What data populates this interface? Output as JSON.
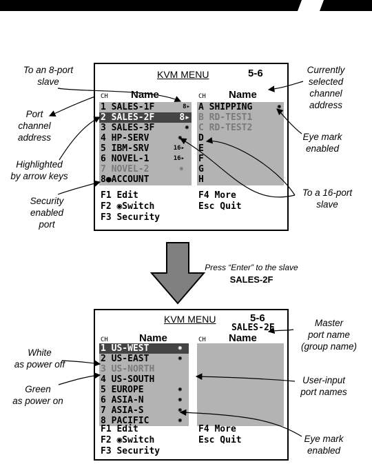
{
  "screen1": {
    "title": "KVM MENU",
    "address": "5-6",
    "ch_header_left": "CH",
    "name_header_left": "Name",
    "ch_header_right": "CH",
    "name_header_right": "Name",
    "left_rows": [
      {
        "text": "1 SALES-1F",
        "mark": "8▸"
      },
      {
        "text": "2 SALES-2F",
        "mark": "8▸"
      },
      {
        "text": "3 SALES-3F",
        "mark": "◉"
      },
      {
        "text": "4 HP-SERV",
        "mark": "◉"
      },
      {
        "text": "5 IBM-SRV",
        "mark": "16▸"
      },
      {
        "text": "6 NOVEL-1",
        "mark": "16▸"
      },
      {
        "text": "7 NOVEL-2",
        "mark": "◉"
      },
      {
        "text": "8●ACCOUNT",
        "mark": ""
      }
    ],
    "right_rows": [
      {
        "text": "A SHIPPING",
        "mark": "◉"
      },
      {
        "text": "B RD-TEST1",
        "mark": ""
      },
      {
        "text": "C RD-TEST2",
        "mark": ""
      },
      {
        "text": "D",
        "mark": ""
      },
      {
        "text": "E",
        "mark": ""
      },
      {
        "text": "F",
        "mark": ""
      },
      {
        "text": "G",
        "mark": ""
      },
      {
        "text": "H",
        "mark": ""
      }
    ],
    "fkeys": [
      "F1 Edit",
      "F4  More",
      "F2 ◉Switch",
      "Esc  Quit",
      "F3 Security"
    ]
  },
  "screen2": {
    "title": "KVM MENU",
    "address": "5-6",
    "group_name": "SALES-2F",
    "ch_header_left": "CH",
    "name_header_left": "Name",
    "ch_header_right": "CH",
    "name_header_right": "Name",
    "left_rows": [
      {
        "text": "1 US-WEST",
        "mark": "◉"
      },
      {
        "text": "2 US-EAST",
        "mark": "◉"
      },
      {
        "text": "3 US-NORTH",
        "mark": ""
      },
      {
        "text": "4 US-SOUTH",
        "mark": ""
      },
      {
        "text": "5 EUROPE",
        "mark": "◉"
      },
      {
        "text": "6 ASIA-N",
        "mark": "◉"
      },
      {
        "text": "7 ASIA-S",
        "mark": "◉"
      },
      {
        "text": "8 PACIFIC",
        "mark": "◉"
      }
    ],
    "fkeys": [
      "F1 Edit",
      "F4  More",
      "F2 ◉Switch",
      "Esc  Quit",
      "F3 Security"
    ]
  },
  "callouts": {
    "to_8port": [
      "To an 8-port",
      "slave"
    ],
    "currently_selected": [
      "Currently",
      "selected",
      "channel",
      "address"
    ],
    "port_channel": [
      "Port",
      "channel",
      "address"
    ],
    "eye_mark1": [
      "Eye mark",
      "enabled"
    ],
    "highlighted": [
      "Highlighted",
      "by arrow keys"
    ],
    "security": [
      "Security",
      "enabled",
      "port"
    ],
    "to_16port": [
      "To a 16-port",
      "slave"
    ],
    "press_enter": "Press “Enter” to the slave",
    "press_target": "SALES-2F",
    "master_port": [
      "Master",
      "port name",
      "(group name)"
    ],
    "white_off": [
      "White",
      "as power off"
    ],
    "green_on": [
      "Green",
      "as power on"
    ],
    "user_input": [
      "User-input",
      "port names"
    ],
    "eye_mark2": [
      "Eye mark",
      "enabled"
    ]
  },
  "colors": {
    "panel": "#b3b3b3",
    "highlight": "#444444",
    "dim": "#7a7a7a"
  }
}
